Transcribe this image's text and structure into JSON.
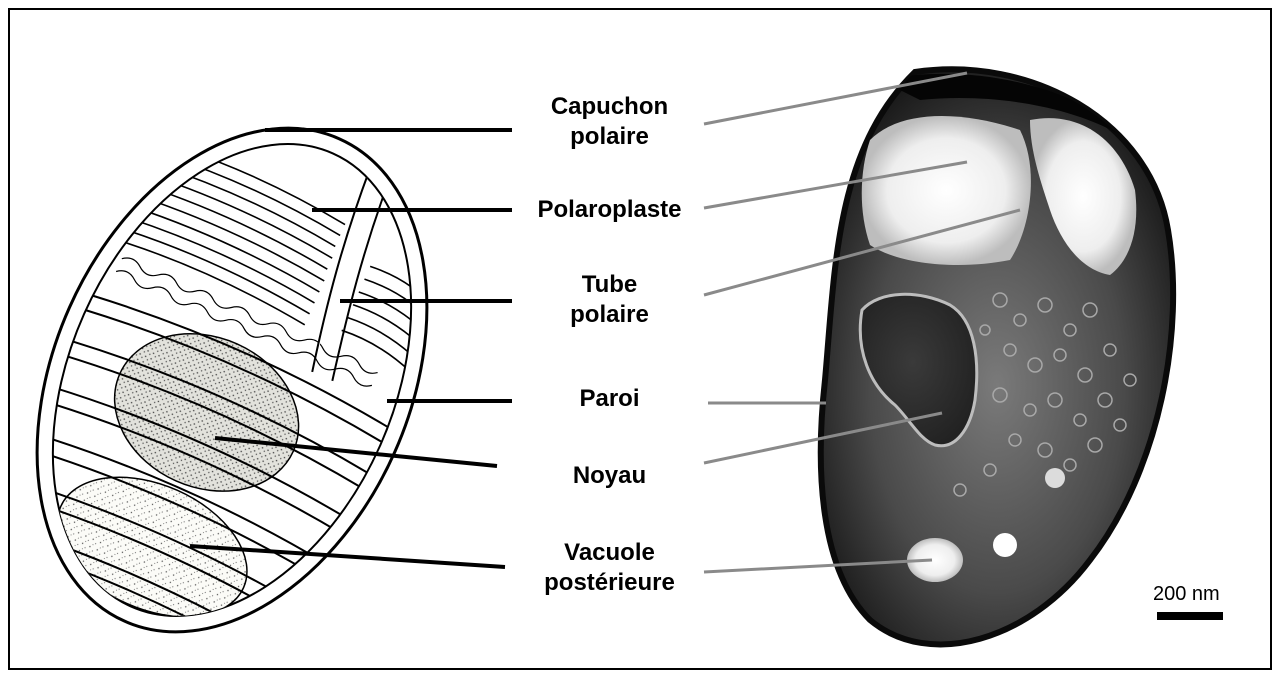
{
  "labels": {
    "capuchon_line1": "Capuchon",
    "capuchon_line2": "polaire",
    "polaroplaste": "Polaroplaste",
    "tube_line1": "Tube",
    "tube_line2": "polaire",
    "paroi": "Paroi",
    "noyau": "Noyau",
    "vacuole_line1": "Vacuole",
    "vacuole_line2": "postérieure"
  },
  "scale_bar": {
    "text": "200 nm"
  },
  "colors": {
    "frame": "#000000",
    "drawing_leader": "#000000",
    "micrograph_leader": "#8a8a8a"
  }
}
